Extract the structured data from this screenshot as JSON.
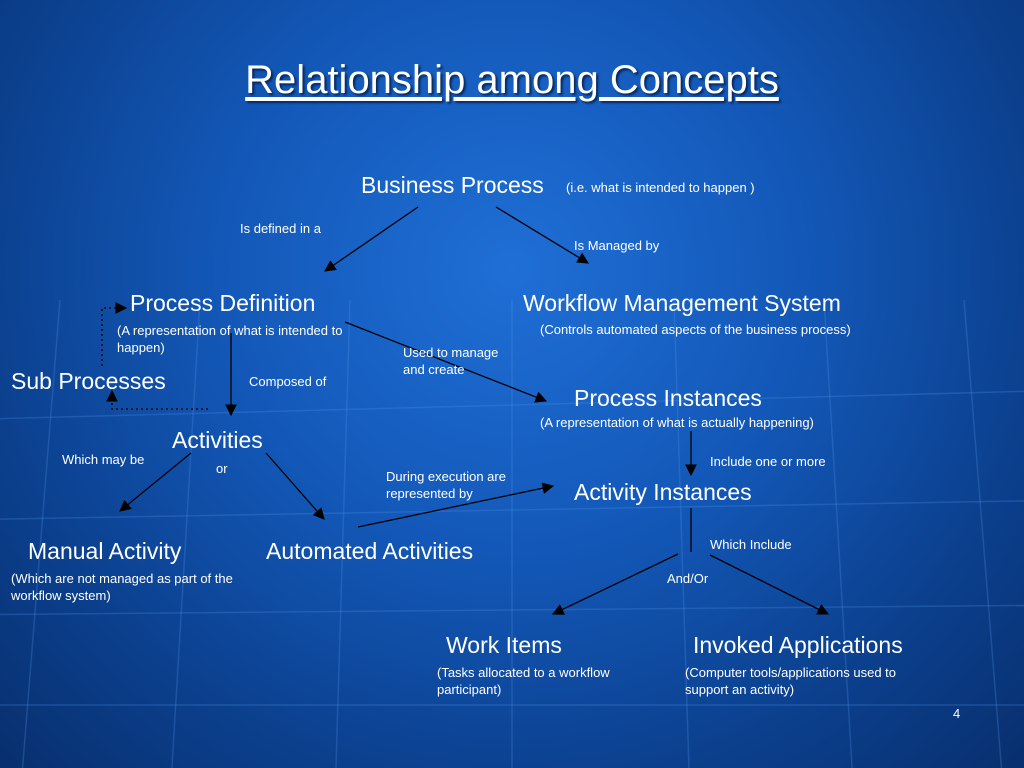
{
  "title": "Relationship among Concepts",
  "nodes": {
    "business_process": "Business Process",
    "business_process_note": "(i.e. what is intended to happen )",
    "process_definition": "Process Definition",
    "process_definition_note": "(A representation of what is intended to happen)",
    "workflow_management_system": "Workflow Management System",
    "workflow_management_system_note": "(Controls automated aspects of the business process)",
    "sub_processes": "Sub Processes",
    "process_instances": "Process Instances",
    "process_instances_note": "(A representation of what is actually happening)",
    "activities": "Activities",
    "activity_instances": "Activity Instances",
    "manual_activity": "Manual Activity",
    "manual_activity_note": "(Which are not managed as part of the workflow system)",
    "automated_activities": "Automated Activities",
    "work_items": "Work Items",
    "work_items_note": "(Tasks allocated to a workflow participant)",
    "invoked_applications": "Invoked Applications",
    "invoked_applications_note": "(Computer tools/applications used to support an activity)"
  },
  "edge_labels": {
    "is_defined_in": "Is defined in a",
    "is_managed_by": "Is Managed by",
    "used_to_manage": "Used to manage and create",
    "composed_of": "Composed of",
    "which_may_be": "Which may be",
    "or": "or",
    "during_execution": "During execution are represented by",
    "include_one_or_more": "Include one or more",
    "which_include": "Which Include",
    "and_or": "And/Or"
  },
  "page_number": "4",
  "colors": {
    "background": "#1358b8",
    "text": "#ffffff",
    "line": "#000000"
  }
}
